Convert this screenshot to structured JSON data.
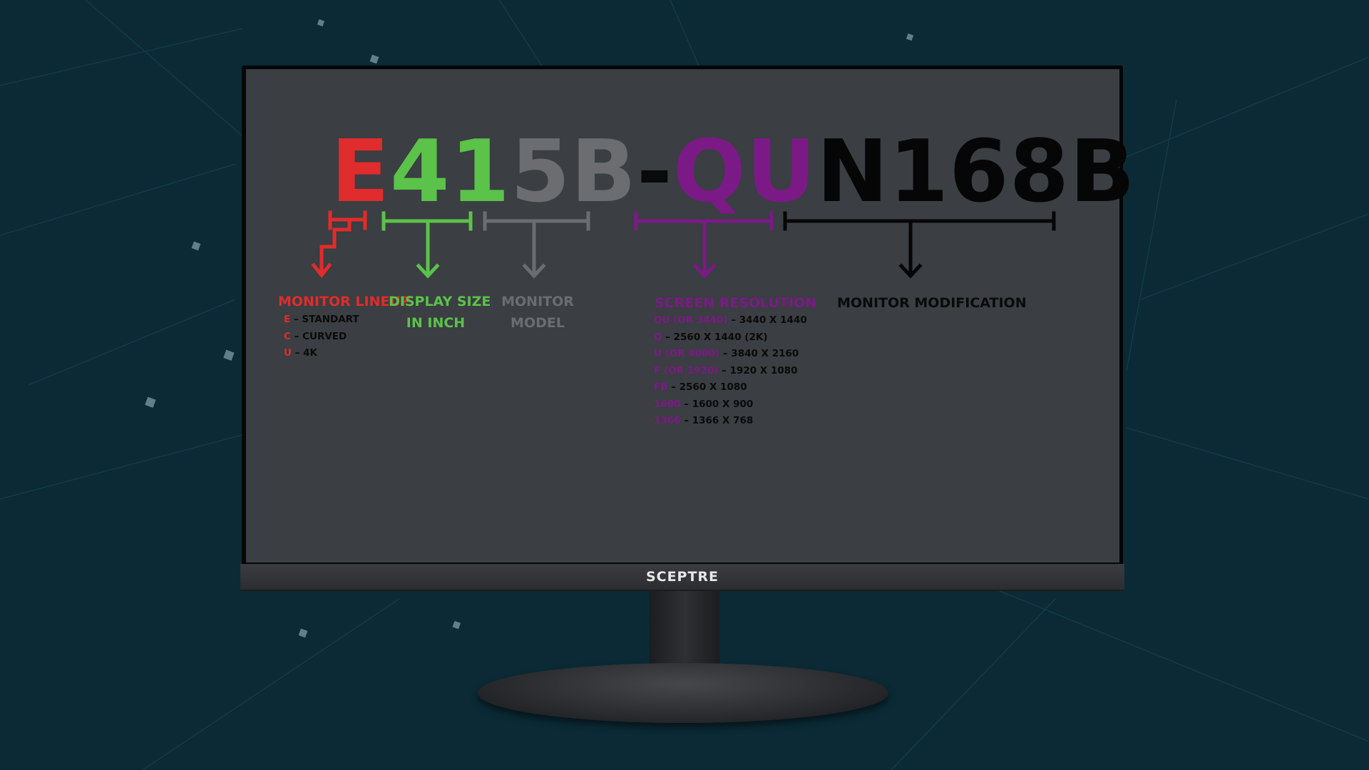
{
  "model_number": {
    "lineup_part": "E",
    "size_part": "41",
    "model_part": "5B",
    "dash": "-",
    "resolution_part": "QU",
    "modification_part": "N168B"
  },
  "labels": {
    "lineup": "MONITOR LINEUP",
    "size_line1": "DISPLAY SIZE",
    "size_line2": "IN INCH",
    "model_line1": "MONITOR",
    "model_line2": "MODEL",
    "resolution": "SCREEN RESOLUTION",
    "modification": "MONITOR MODIFICATION"
  },
  "lineup_items": [
    {
      "code": "E",
      "text": "– STANDART"
    },
    {
      "code": "C",
      "text": "– CURVED"
    },
    {
      "code": "U",
      "text": "– 4K"
    }
  ],
  "resolution_items": [
    {
      "code": "QU (OR 3440)",
      "text": "– 3440 X 1440"
    },
    {
      "code": "Q",
      "text": "– 2560 X 1440 (2K)"
    },
    {
      "code": "U (OR 4000)",
      "text": "– 3840 X 2160"
    },
    {
      "code": "F (OR 1920)",
      "text": "– 1920 X 1080"
    },
    {
      "code": "FB",
      "text": "– 2560 X 1080"
    },
    {
      "code": "1600",
      "text": "– 1600 X 900"
    },
    {
      "code": "1366",
      "text": "– 1366 X 768"
    }
  ],
  "brand": "SCEPTRE",
  "colors": {
    "lineup": "#e02c2c",
    "size": "#5bc24a",
    "model": "#6b6d70",
    "resolution": "#7b1a86",
    "modification": "#060606",
    "background": "#0b2a35",
    "screen": "#3b3e42"
  }
}
